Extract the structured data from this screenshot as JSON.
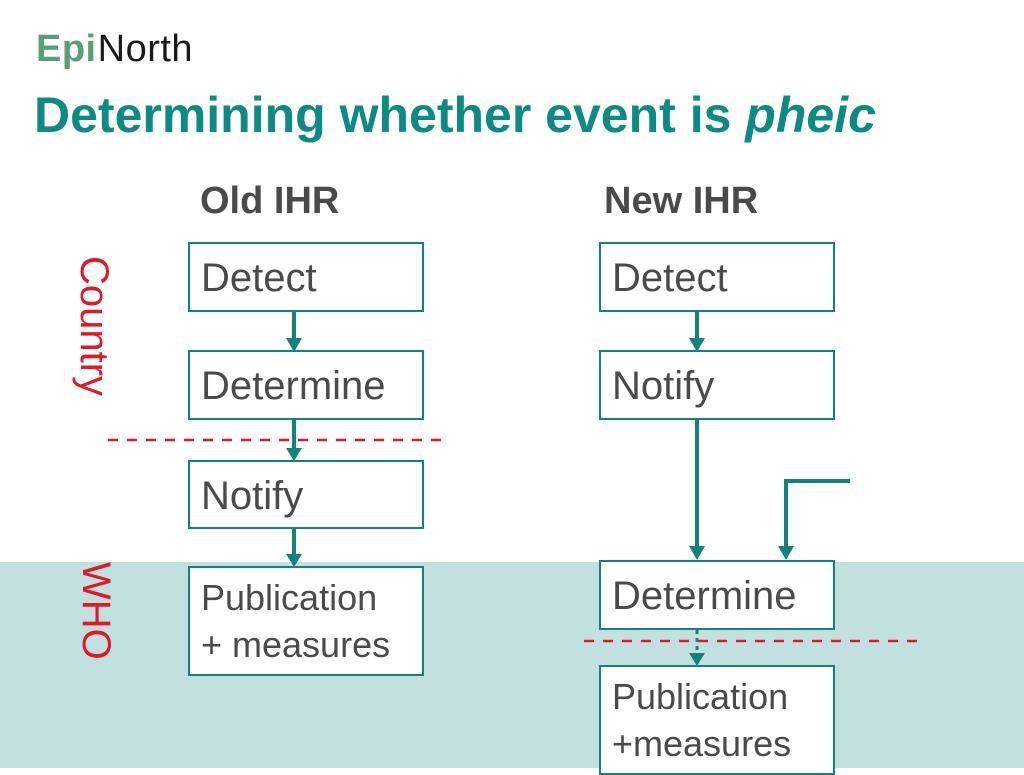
{
  "logo": {
    "epi": "Epi",
    "north": "North"
  },
  "title": {
    "main": "Determining whether event is ",
    "emphasis": "pheic"
  },
  "columns": {
    "old": "Old IHR",
    "new": "New IHR"
  },
  "side_labels": {
    "country": "Country",
    "who": "WHO"
  },
  "old_flow": {
    "detect": "Detect",
    "determine": "Determine",
    "notify": "Notify",
    "publication_line1": "Publication",
    "publication_line2": "+ measures"
  },
  "new_flow": {
    "detect": "Detect",
    "notify": "Notify",
    "determine": "Determine",
    "publication_line1": "Publication",
    "publication_line2": "+measures"
  },
  "colors": {
    "teal": "#13827e",
    "title_teal": "#0e8a85",
    "who_band": "#c2e0e0",
    "divider_red": "#e0182a",
    "text_gray": "#4a4a4a"
  }
}
